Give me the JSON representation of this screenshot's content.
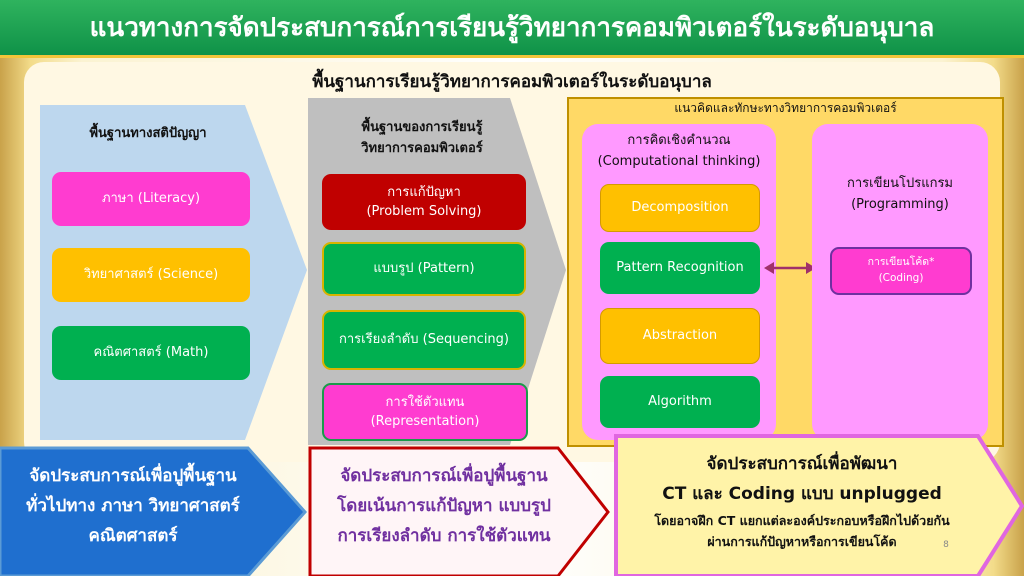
{
  "title": "แนวทางการจัดประสบการณ์การเรียนรู้วิทยาการคอมพิวเตอร์ในระดับอนุบาล",
  "board_title": "พื้นฐานการเรียนรู้วิทยาการคอมพิวเตอร์ในระดับอนุบาล",
  "col1": {
    "heading": "พื้นฐานทางสติปัญญา",
    "items": [
      {
        "label": "ภาษา (Literacy)",
        "color": "#ff3cd0"
      },
      {
        "label": "วิทยาศาสตร์ (Science)",
        "color": "#ffc000"
      },
      {
        "label": "คณิตศาสตร์ (Math)",
        "color": "#00b050"
      }
    ]
  },
  "col2": {
    "heading_line1": "พื้นฐานของการเรียนรู้",
    "heading_line2": "วิทยาการคอมพิวเตอร์",
    "items": [
      {
        "line1": "การแก้ปัญหา",
        "line2": "(Problem Solving)",
        "color": "#c00000"
      },
      {
        "line1": "แบบรูป (Pattern)",
        "line2": "",
        "color": "#00b050"
      },
      {
        "line1": "การเรียงลำดับ (Sequencing)",
        "line2": "",
        "color": "#00b050"
      },
      {
        "line1": "การใช้ตัวแทน",
        "line2": "(Representation)",
        "color": "#ff3cd0"
      }
    ]
  },
  "col3": {
    "heading": "แนวคิดและทักษะทางวิทยาการคอมพิวเตอร์",
    "ct": {
      "line1": "การคิดเชิงคำนวณ",
      "line2": "(Computational thinking)",
      "items": [
        {
          "label": "Decomposition",
          "color": "#ffc000"
        },
        {
          "label": "Pattern Recognition",
          "color": "#00b050"
        },
        {
          "label": "Abstraction",
          "color": "#ffc000"
        },
        {
          "label": "Algorithm",
          "color": "#00b050"
        }
      ]
    },
    "prog": {
      "line1": "การเขียนโปรแกรม",
      "line2": "(Programming)",
      "coding_line1": "การเขียนโค้ด*",
      "coding_line2": "(Coding)"
    }
  },
  "bottom": {
    "blue": {
      "line1": "จัดประสบการณ์เพื่อปูพื้นฐาน",
      "line2": "ทั่วไปทาง ภาษา วิทยาศาสตร์",
      "line3": "คณิตศาสตร์"
    },
    "red": {
      "line1": "จัดประสบการณ์เพื่อปูพื้นฐาน",
      "line2": "โดยเน้นการแก้ปัญหา แบบรูป",
      "line3": "การเรียงลำดับ การใช้ตัวแทน"
    },
    "pink": {
      "line1": "จัดประสบการณ์เพื่อพัฒนา",
      "line2": "CT และ Coding แบบ unplugged",
      "line3": "โดยอาจฝึก CT แยกแต่ละองค์ประกอบหรือฝึกไปด้วยกัน",
      "line4": "ผ่านการแก้ปัญหาหรือการเขียนโค้ด"
    }
  },
  "page_number": "8"
}
